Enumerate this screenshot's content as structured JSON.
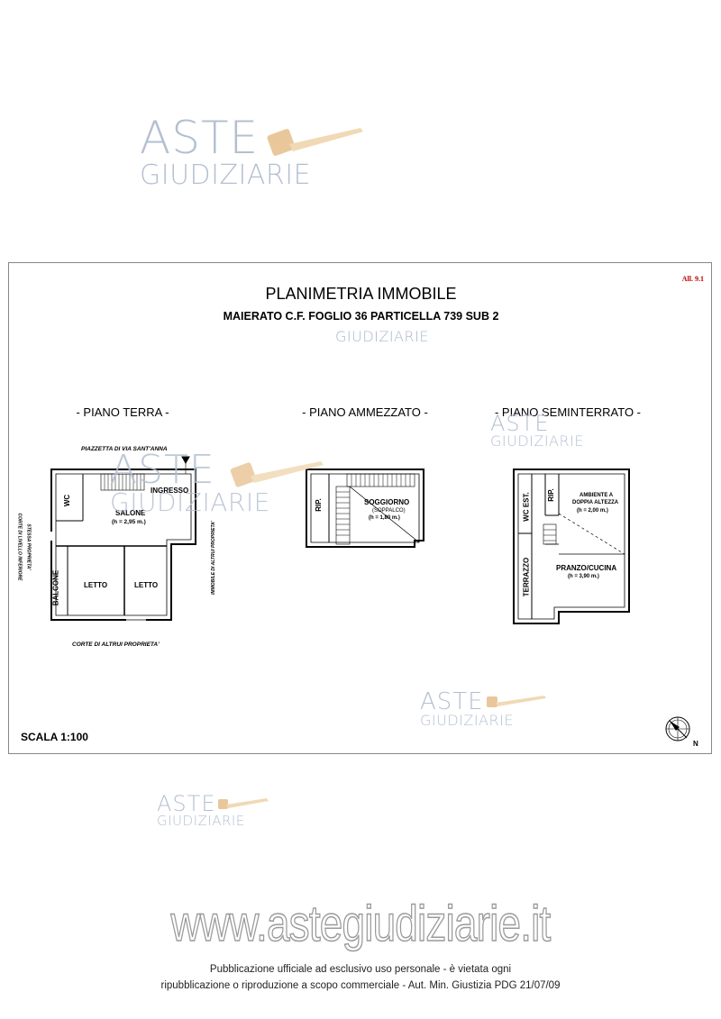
{
  "watermark": {
    "aste": "ASTE",
    "giudiziarie": "GIUDIZIARIE"
  },
  "sheet": {
    "allegato": "All. 9.1",
    "title": "PLANIMETRIA IMMOBILE",
    "subtitle": "MAIERATO C.F. FOGLIO 36 PARTICELLA 739 SUB 2",
    "scale": "SCALA 1:100",
    "north": "N"
  },
  "floors": {
    "terra": {
      "title": "- PIANO TERRA -",
      "top_label": "PIAZZETTA DI VIA SANT'ANNA",
      "bottom_label": "CORTE DI ALTRUI PROPRIETA'",
      "left_label_1": "CORTE DI LIVELLO INFERIORE",
      "left_label_2": "STESSA PROPRIETA'",
      "right_label": "IMMOBILE DI ALTRUI PROPRIETA'",
      "wc": "WC",
      "ingresso": "INGRESSO",
      "salone": "SALONE",
      "salone_h": "(h = 2,95 m.)",
      "balcone": "BALCONE",
      "letto1": "LETTO",
      "letto2": "LETTO"
    },
    "ammezzato": {
      "title": "- PIANO AMMEZZATO -",
      "rip": "RIP.",
      "soggiorno": "SOGGIORNO",
      "soppalco": "(SOPPALCO)",
      "soggiorno_h": "(h = 1,80 m.)"
    },
    "seminterrato": {
      "title": "- PIANO SEMINTERRATO -",
      "wc_est": "WC EST.",
      "rip": "RIP.",
      "ambiente_1": "AMBIENTE A",
      "ambiente_2": "DOPPIA ALTEZZA",
      "ambiente_h": "(h = 2,00 m.)",
      "terrazzo": "TERRAZZO",
      "pranzo": "PRANZO/CUCINA",
      "pranzo_h": "(h = 3,90 m.)"
    }
  },
  "site_url": "www.astegiudiziarie.it",
  "footer": {
    "line1": "Pubblicazione ufficiale ad esclusivo uso personale - è vietata ogni",
    "line2": "ripubblicazione o riproduzione a scopo commerciale - Aut. Min. Giustizia PDG 21/07/09"
  }
}
